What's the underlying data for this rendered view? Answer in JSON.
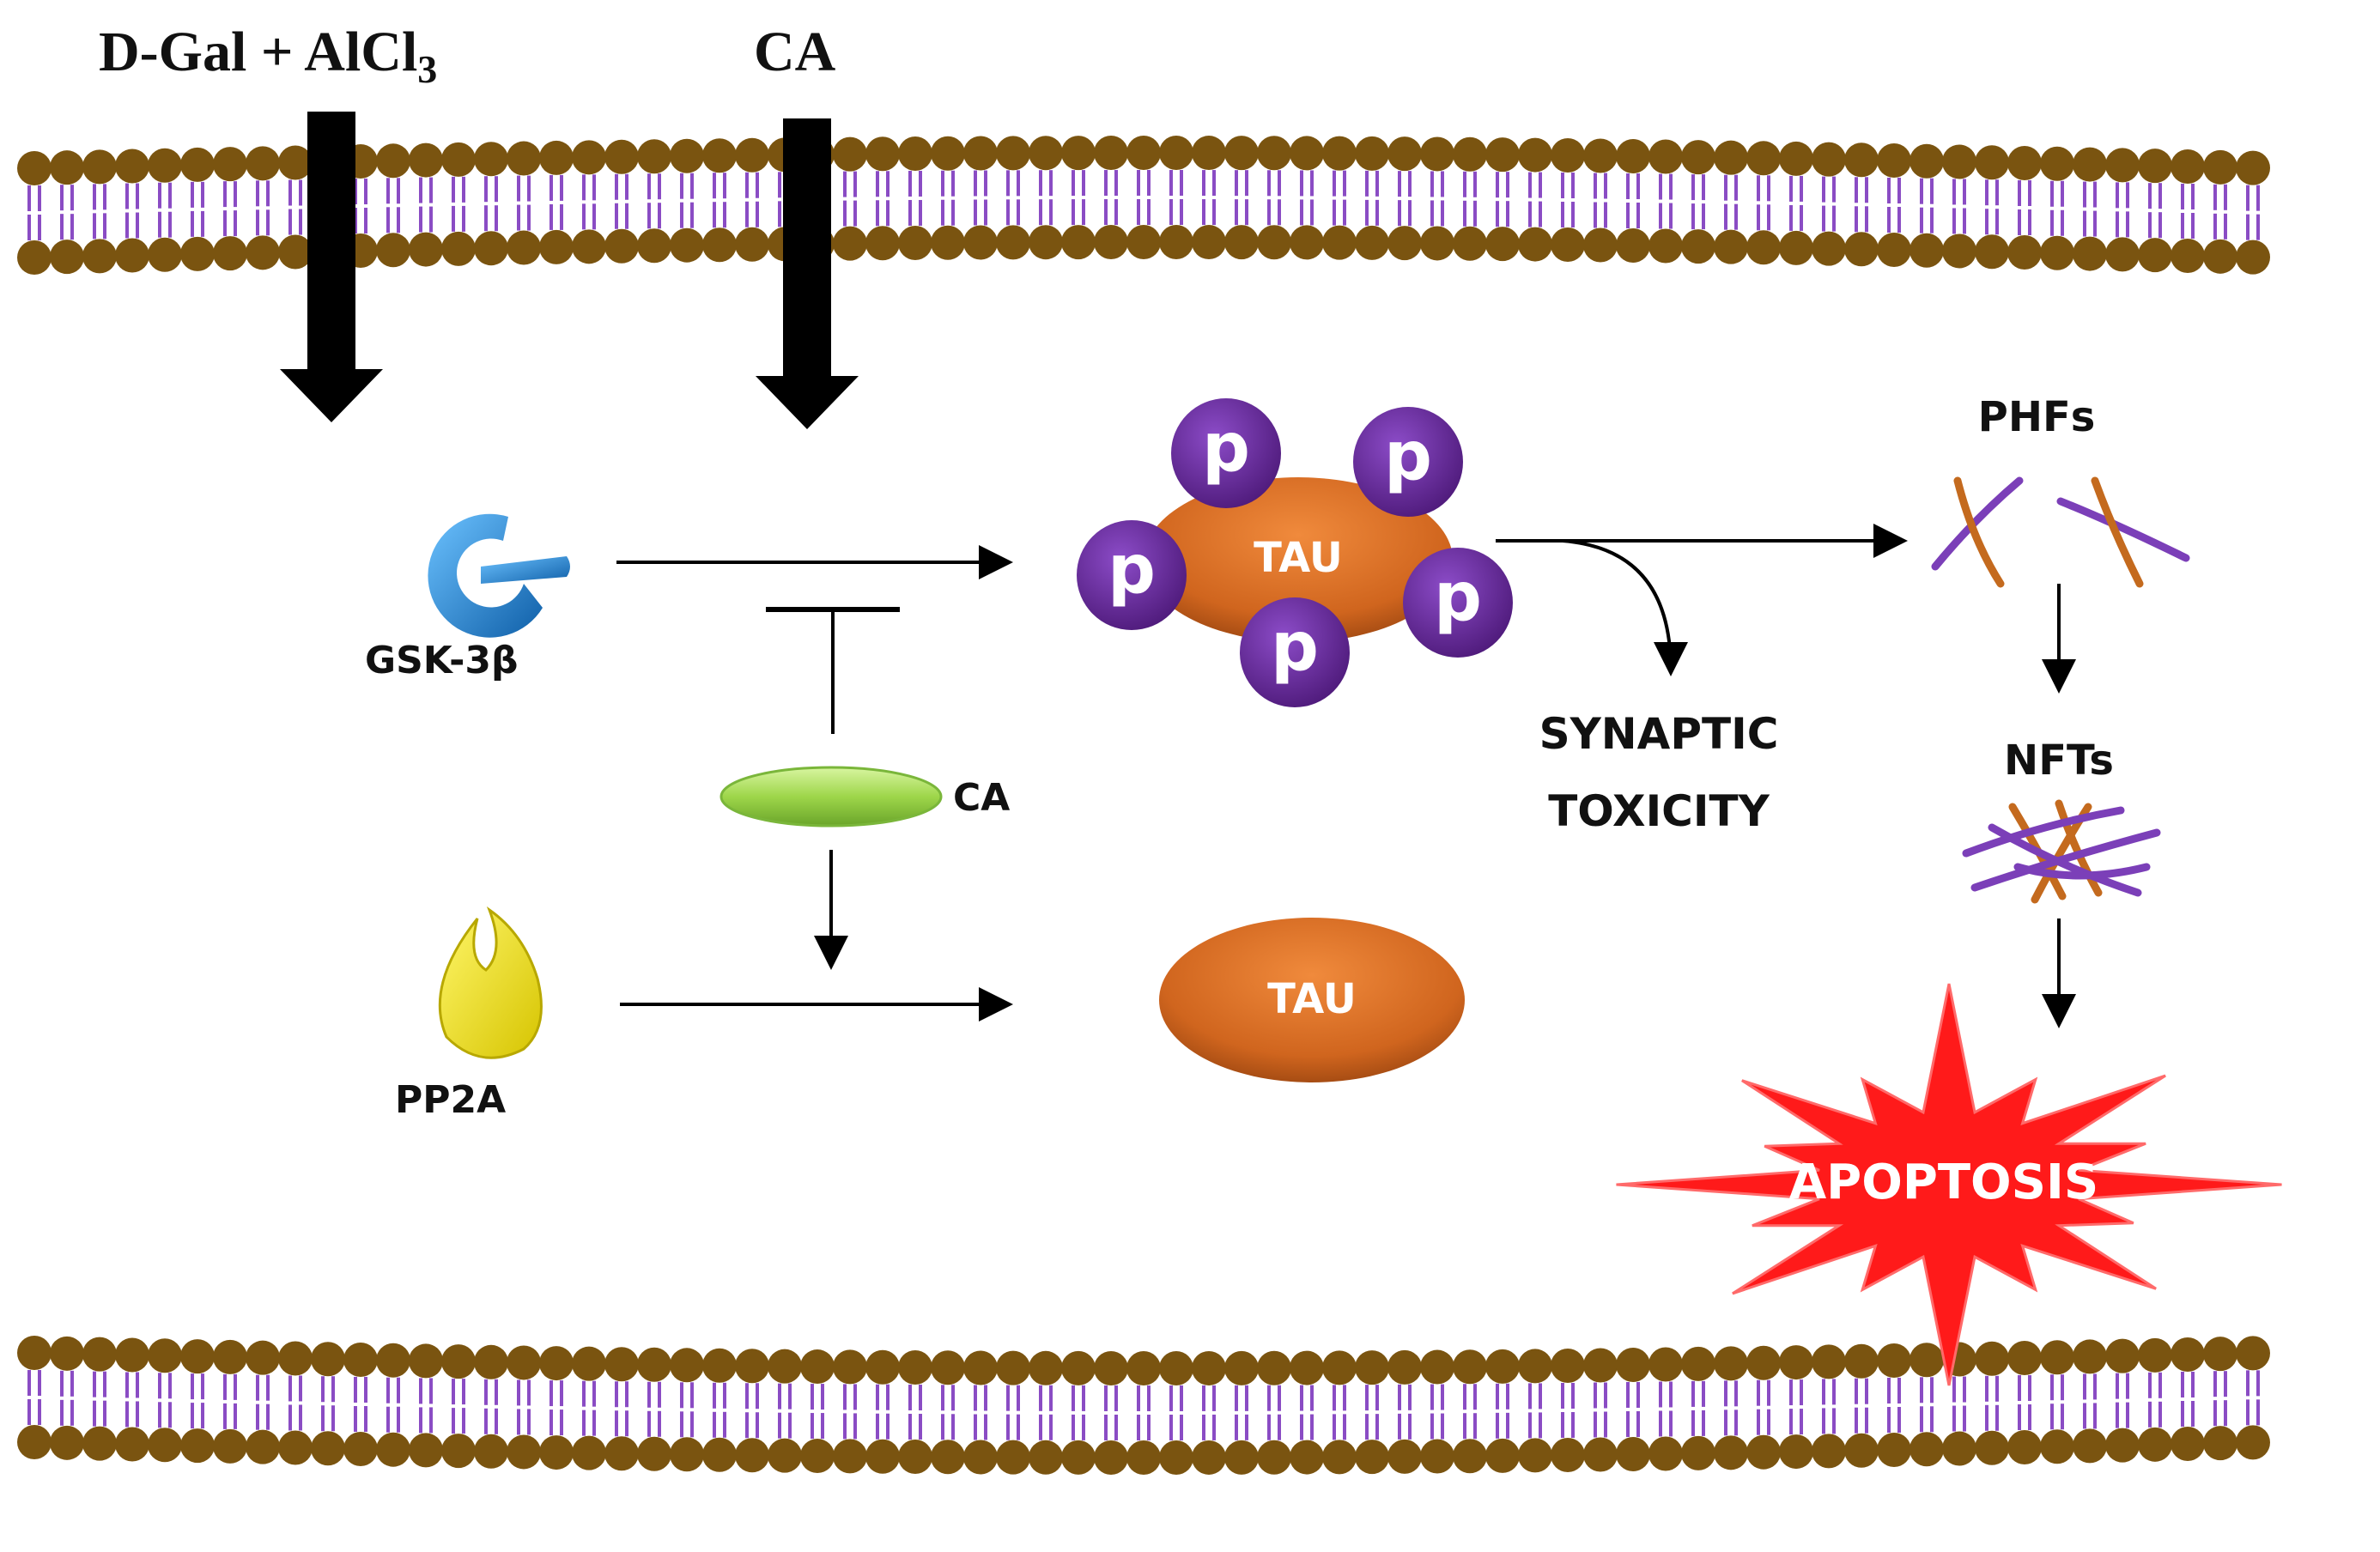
{
  "stimuli": {
    "dgal": {
      "main": "D-Gal + AlCl",
      "subscript": "3"
    },
    "ca_top": "CA"
  },
  "enzymes": {
    "gsk3b": "GSK-3β",
    "pp2a": "PP2A",
    "ca_inhibitor": "CA"
  },
  "tau": {
    "phosphorylated": "TAU",
    "phospho_mark": "p",
    "normal": "TAU"
  },
  "outcomes": {
    "phfs": "PHFs",
    "nfts": "NFTs",
    "synaptic_line1": "SYNAPTIC",
    "synaptic_line2": "TOXICITY",
    "apoptosis": "APOPTOSIS"
  },
  "colors": {
    "lipid_head": "#7a5410",
    "lipid_tail": "#8a4cc4",
    "phospho": "#6a2a9a",
    "tau": "#d0651e",
    "gsk": "#1f86d6",
    "pp2a": "#f2ea1a",
    "ca_capsule": "#9ed64a",
    "apoptosis": "#ff1a1a",
    "fiber_purple": "#7b3fb8",
    "fiber_orange": "#c46a1e"
  }
}
